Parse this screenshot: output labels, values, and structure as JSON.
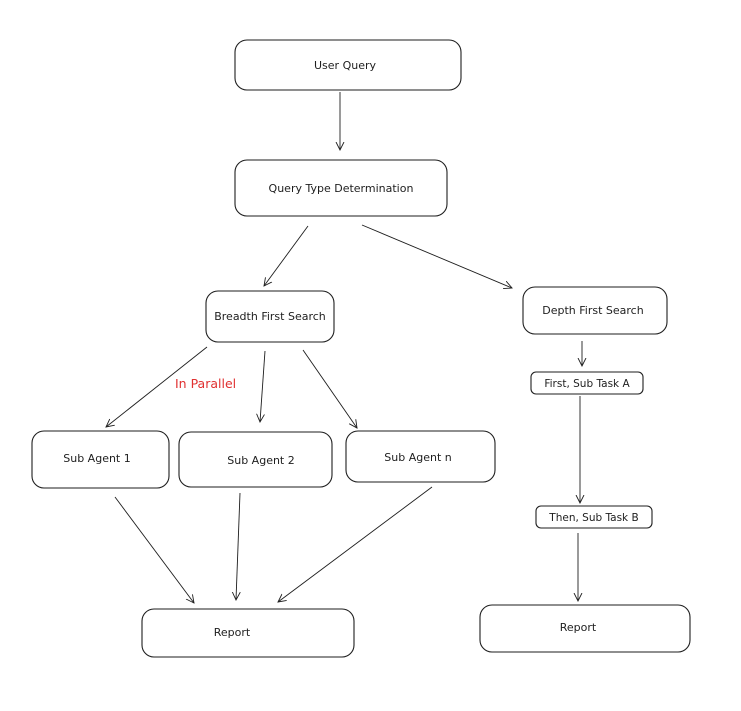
{
  "diagram": {
    "nodes": {
      "user_query": "User Query",
      "query_type": "Query Type Determination",
      "bfs": "Breadth First Search",
      "dfs": "Depth First Search",
      "sub_agent_1": "Sub Agent 1",
      "sub_agent_2": "Sub Agent 2",
      "sub_agent_n": "Sub Agent n",
      "task_a": "First, Sub Task A",
      "task_b": "Then, Sub Task B",
      "report_left": "Report",
      "report_right": "Report"
    },
    "annotation": "In Parallel",
    "colors": {
      "stroke": "#1e1e1e",
      "annotation": "#e03131",
      "background": "#ffffff"
    }
  }
}
